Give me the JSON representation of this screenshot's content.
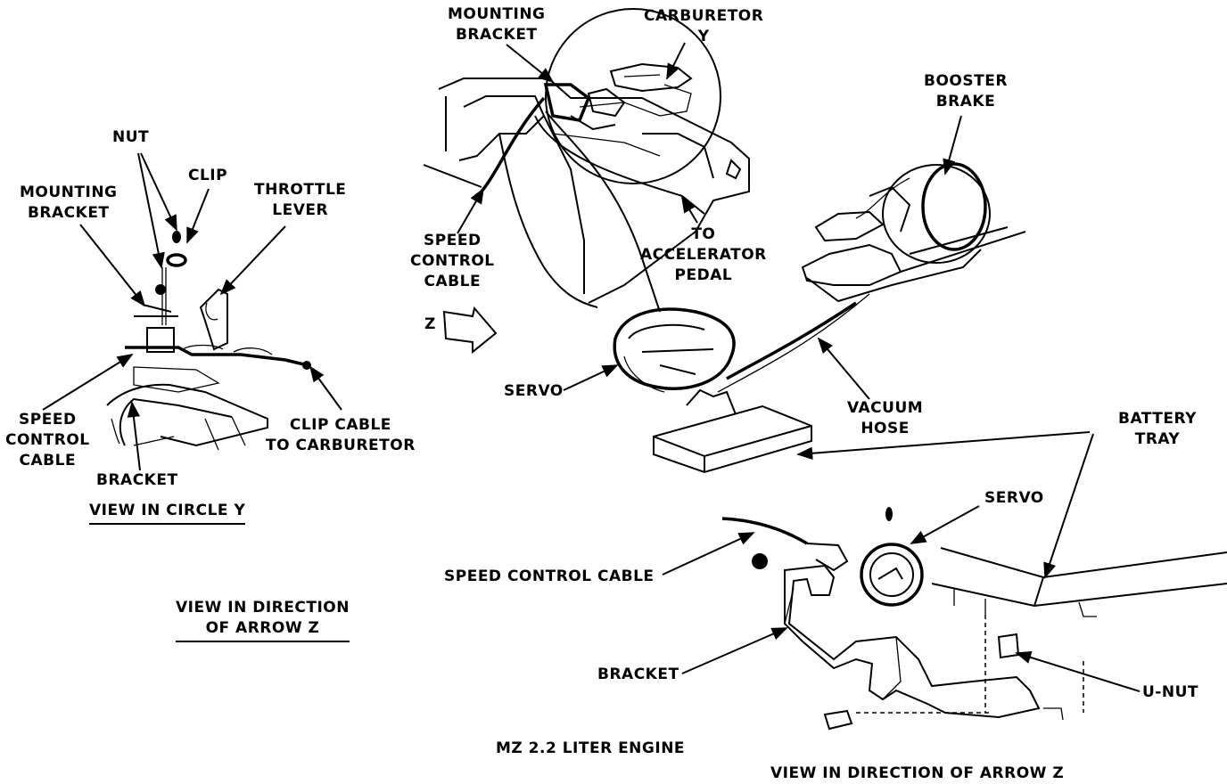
{
  "circle_y_view": {
    "nut": "NUT",
    "clip": "CLIP",
    "mounting_bracket": "MOUNTING\nBRACKET",
    "throttle_lever": "THROTTLE\nLEVER",
    "speed_control_cable": "SPEED\nCONTROL\nCABLE",
    "bracket": "BRACKET",
    "clip_cable": "CLIP CABLE\nTO CARBURETOR",
    "caption": "VIEW IN CIRCLE Y"
  },
  "direction_caption": "VIEW IN DIRECTION\nOF ARROW Z",
  "main_view": {
    "mounting_bracket": "MOUNTING\nBRACKET",
    "carburetor": "CARBURETOR\nY",
    "booster_brake": "BOOSTER\nBRAKE",
    "speed_control_cable": "SPEED\nCONTROL\nCABLE",
    "to_accelerator_pedal": "TO\nACCELERATOR\nPEDAL",
    "z_marker": "Z",
    "servo": "SERVO",
    "vacuum_hose": "VACUUM\nHOSE",
    "battery_tray": "BATTERY\nTRAY",
    "engine_caption": "MZ 2.2 LITER ENGINE"
  },
  "arrow_z_view": {
    "servo": "SERVO",
    "speed_control_cable": "SPEED CONTROL CABLE",
    "bracket": "BRACKET",
    "u_nut": "U-NUT",
    "caption": "VIEW IN DIRECTION OF ARROW Z"
  }
}
